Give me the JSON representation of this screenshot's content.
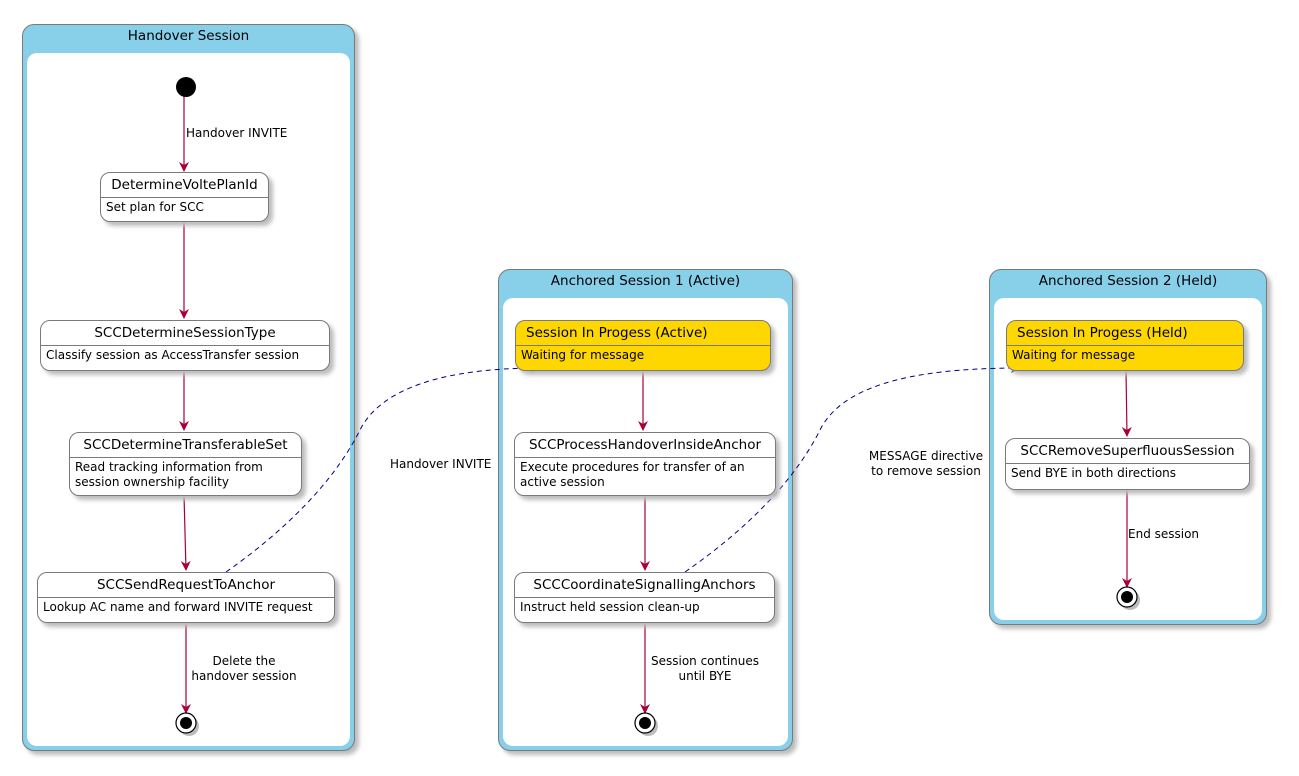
{
  "composites": {
    "handover": {
      "title": "Handover Session"
    },
    "anchored1": {
      "title": "Anchored Session 1 (Active)"
    },
    "anchored2": {
      "title": "Anchored Session 2 (Held)"
    }
  },
  "states": {
    "determine_volte": {
      "name": "DetermineVoltePlanId",
      "desc": "Set plan for SCC"
    },
    "determine_type": {
      "name": "SCCDetermineSessionType",
      "desc": "Classify session as AccessTransfer session"
    },
    "determine_set": {
      "name": "SCCDetermineTransferableSet",
      "desc": "Read tracking information from\nsession ownership facility"
    },
    "send_request": {
      "name": "SCCSendRequestToAnchor",
      "desc": "Lookup AC name and forward INVITE request"
    },
    "progress_active": {
      "name": "Session In Progess (Active)",
      "desc": "Waiting for message"
    },
    "process_handover": {
      "name": "SCCProcessHandoverInsideAnchor",
      "desc": "Execute procedures for transfer of an\nactive session"
    },
    "coordinate": {
      "name": "SCCCoordinateSignallingAnchors",
      "desc": "Instruct held session clean-up"
    },
    "progress_held": {
      "name": "Session In Progess (Held)",
      "desc": "Waiting for message"
    },
    "remove_superfluous": {
      "name": "SCCRemoveSuperfluousSession",
      "desc": "Send BYE in both directions"
    }
  },
  "transitions": {
    "handover_invite": "Handover INVITE",
    "delete_handover": "Delete the\nhandover session",
    "handover_invite_cross": "Handover INVITE",
    "session_continues": "Session continues\nuntil BYE",
    "message_directive": "MESSAGE directive\nto remove session",
    "end_session": "End session"
  },
  "colors": {
    "composite_header": "#88CFEA",
    "active_state": "#FFD700",
    "arrow_solid": "#A80036",
    "arrow_dashed": "#000080"
  }
}
